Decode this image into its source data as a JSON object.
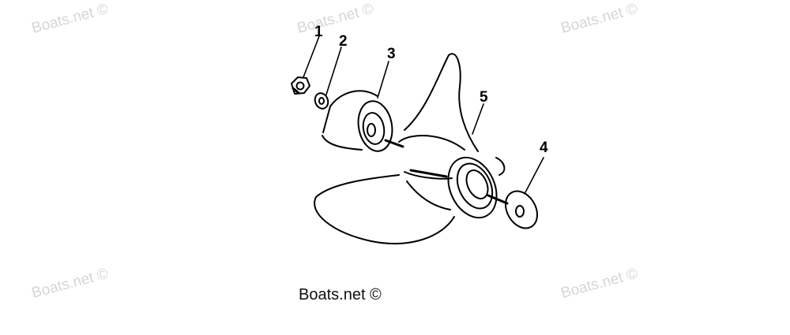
{
  "watermark": "Boats.net ©",
  "credit": "Boats.net ©",
  "parts": [
    {
      "number": "1"
    },
    {
      "number": "2"
    },
    {
      "number": "3"
    },
    {
      "number": "4"
    },
    {
      "number": "5"
    }
  ]
}
